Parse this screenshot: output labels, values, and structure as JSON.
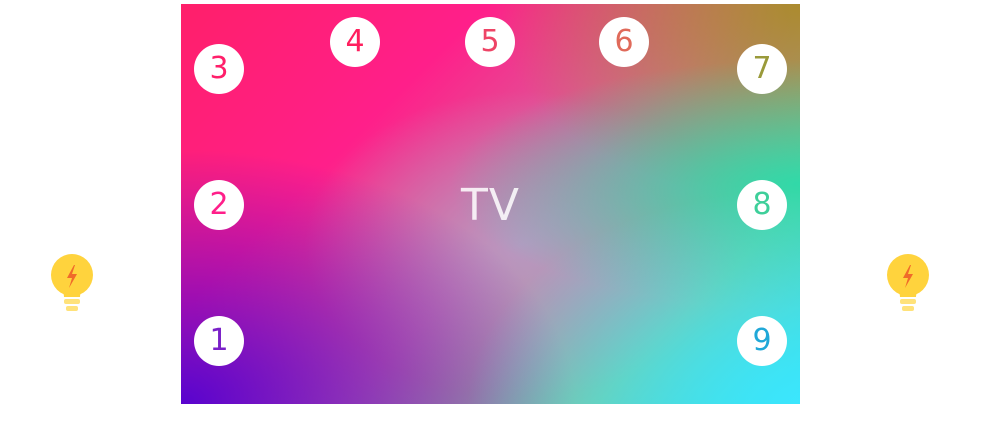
{
  "tv": {
    "label": "TV"
  },
  "channels": [
    {
      "number": "1",
      "color": "#7a20c8"
    },
    {
      "number": "2",
      "color": "#ff1f8a"
    },
    {
      "number": "3",
      "color": "#ff1f6a"
    },
    {
      "number": "4",
      "color": "#ff1f5e"
    },
    {
      "number": "5",
      "color": "#ee4466"
    },
    {
      "number": "6",
      "color": "#e06a5a"
    },
    {
      "number": "7",
      "color": "#9a9a3a"
    },
    {
      "number": "8",
      "color": "#3ecf9a"
    },
    {
      "number": "9",
      "color": "#20a8d8"
    }
  ],
  "lights": [
    {
      "icon": "light-bulb-icon",
      "color": "#ffd33d"
    },
    {
      "icon": "light-bulb-icon",
      "color": "#ffd33d"
    }
  ]
}
